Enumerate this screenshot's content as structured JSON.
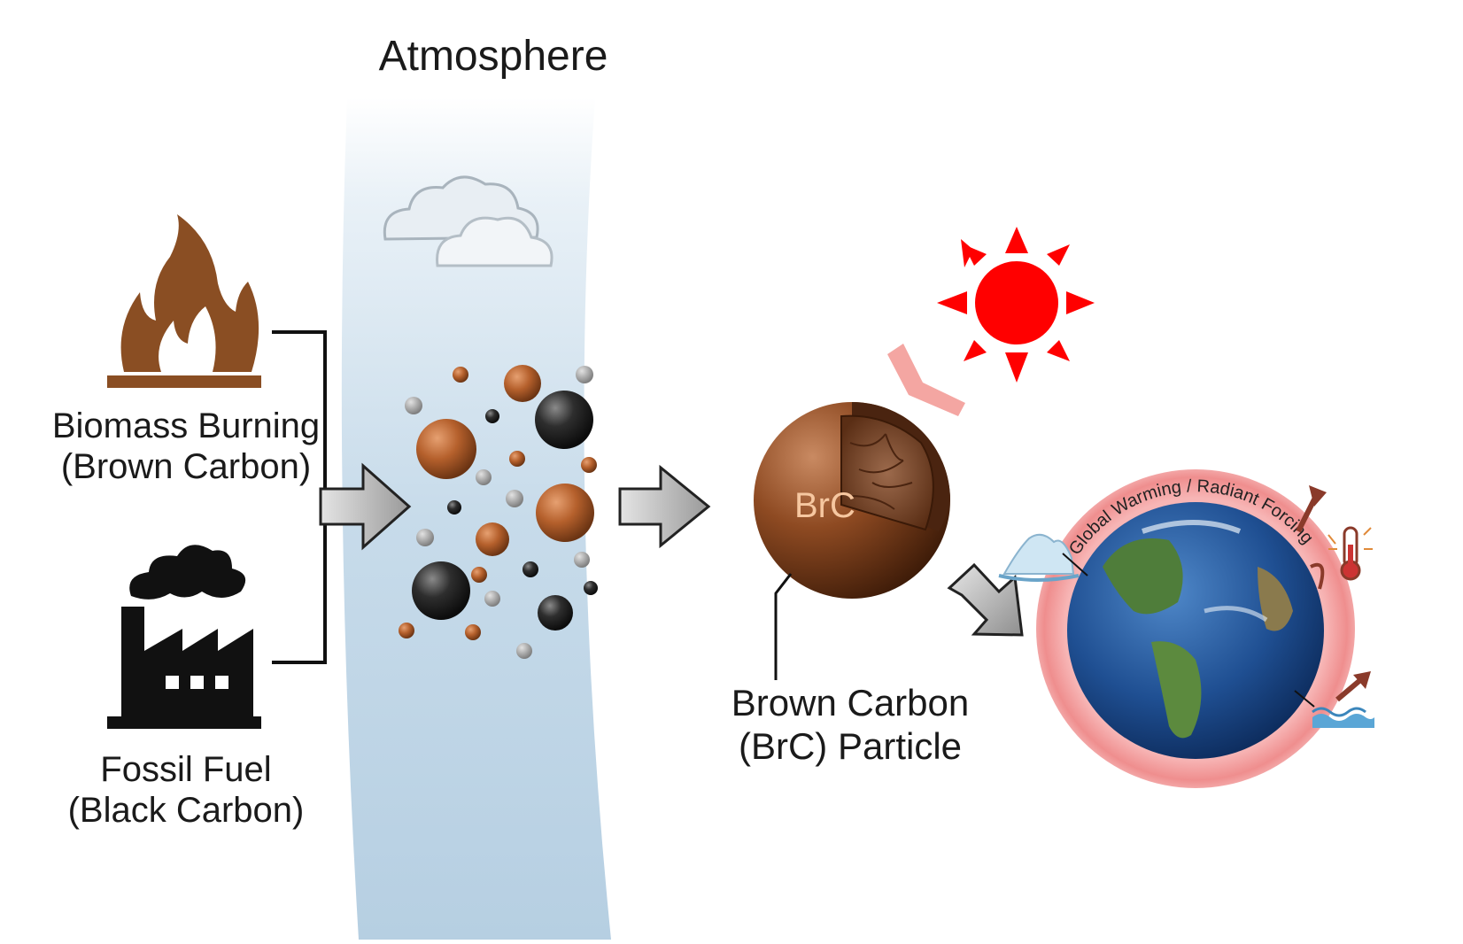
{
  "title": "Atmosphere",
  "sources": {
    "biomass": {
      "line1": "Biomass Burning",
      "line2": "(Brown Carbon)",
      "icon": "fire-icon",
      "color": "#8a4e23"
    },
    "fossil": {
      "line1": "Fossil Fuel",
      "line2": "(Black Carbon)",
      "icon": "factory-icon",
      "color": "#111111"
    }
  },
  "particle": {
    "core_label": "BrC",
    "line1": "Brown Carbon",
    "line2": "(BrC) Particle"
  },
  "earth": {
    "ring_label": "Global Warming / Radiant Forcing",
    "ring_color": "#f29a9a"
  },
  "icons": [
    "fire-icon",
    "factory-icon",
    "cloud-icon",
    "sun-icon",
    "thermometer-icon",
    "iceberg-icon",
    "water-icon",
    "globe-icon"
  ],
  "colors": {
    "brown": "#9a5028",
    "black": "#2a2a2a",
    "sun": "#ff0000",
    "band": "#c9dcea"
  }
}
